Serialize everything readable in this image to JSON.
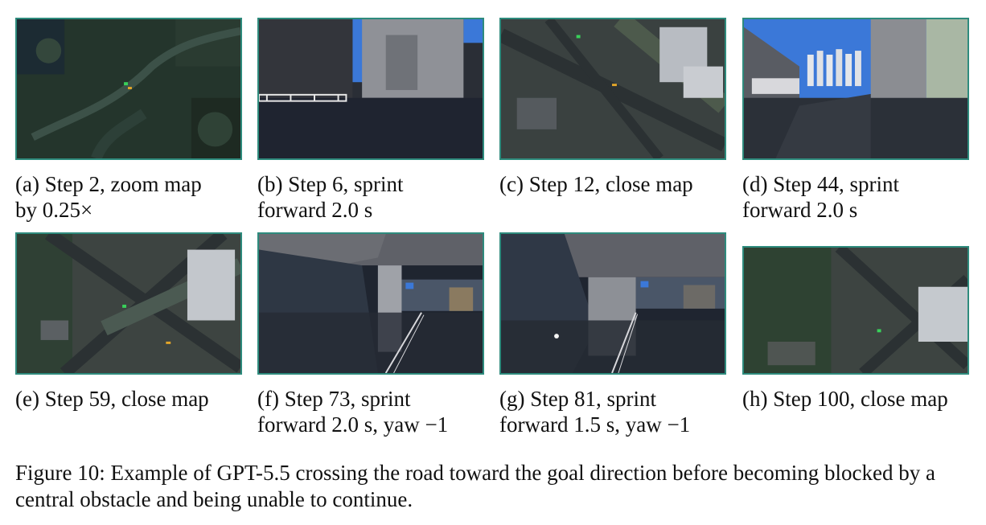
{
  "panels": [
    {
      "id": "a",
      "caption": "(a) Step 2, zoom map\nby 0.25×"
    },
    {
      "id": "b",
      "caption": "(b) Step 6, sprint\nforward 2.0 s"
    },
    {
      "id": "c",
      "caption": "(c) Step 12, close map"
    },
    {
      "id": "d",
      "caption": "(d) Step 44, sprint\nforward 2.0 s"
    },
    {
      "id": "e",
      "caption": "(e) Step 59, close map"
    },
    {
      "id": "f",
      "caption": "(f) Step 73, sprint\nforward 2.0 s, yaw −1"
    },
    {
      "id": "g",
      "caption": "(g) Step 81, sprint\nforward 1.5 s, yaw −1"
    },
    {
      "id": "h",
      "caption": "(h) Step 100, close map"
    }
  ],
  "figure_caption": "Figure 10: Example of GPT-5.5 crossing the road toward the goal direction before becoming blocked by a central obstacle and being unable to continue.",
  "colors": {
    "frame_border": "#2e8b7d",
    "sky": "#3b78d8",
    "map_green": "#2f4a3a"
  }
}
